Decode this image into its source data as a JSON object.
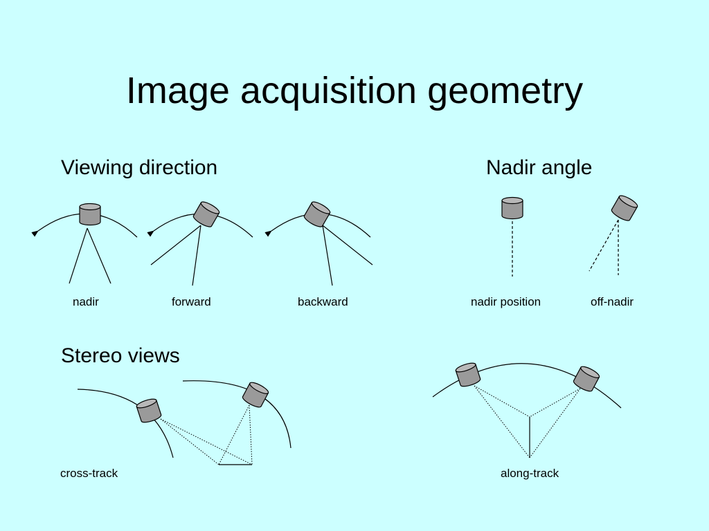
{
  "slide": {
    "title": "Image acquisition geometry",
    "sections": {
      "viewing_direction": {
        "heading": "Viewing direction",
        "labels": [
          "nadir",
          "forward",
          "backward"
        ]
      },
      "nadir_angle": {
        "heading": "Nadir angle",
        "labels": [
          "nadir position",
          "off-nadir"
        ]
      },
      "stereo_views": {
        "heading": "Stereo views",
        "labels": [
          "cross-track",
          "along-track"
        ]
      }
    },
    "colors": {
      "background": "#ccffff",
      "camera_fill": "#9a9a9a"
    }
  }
}
